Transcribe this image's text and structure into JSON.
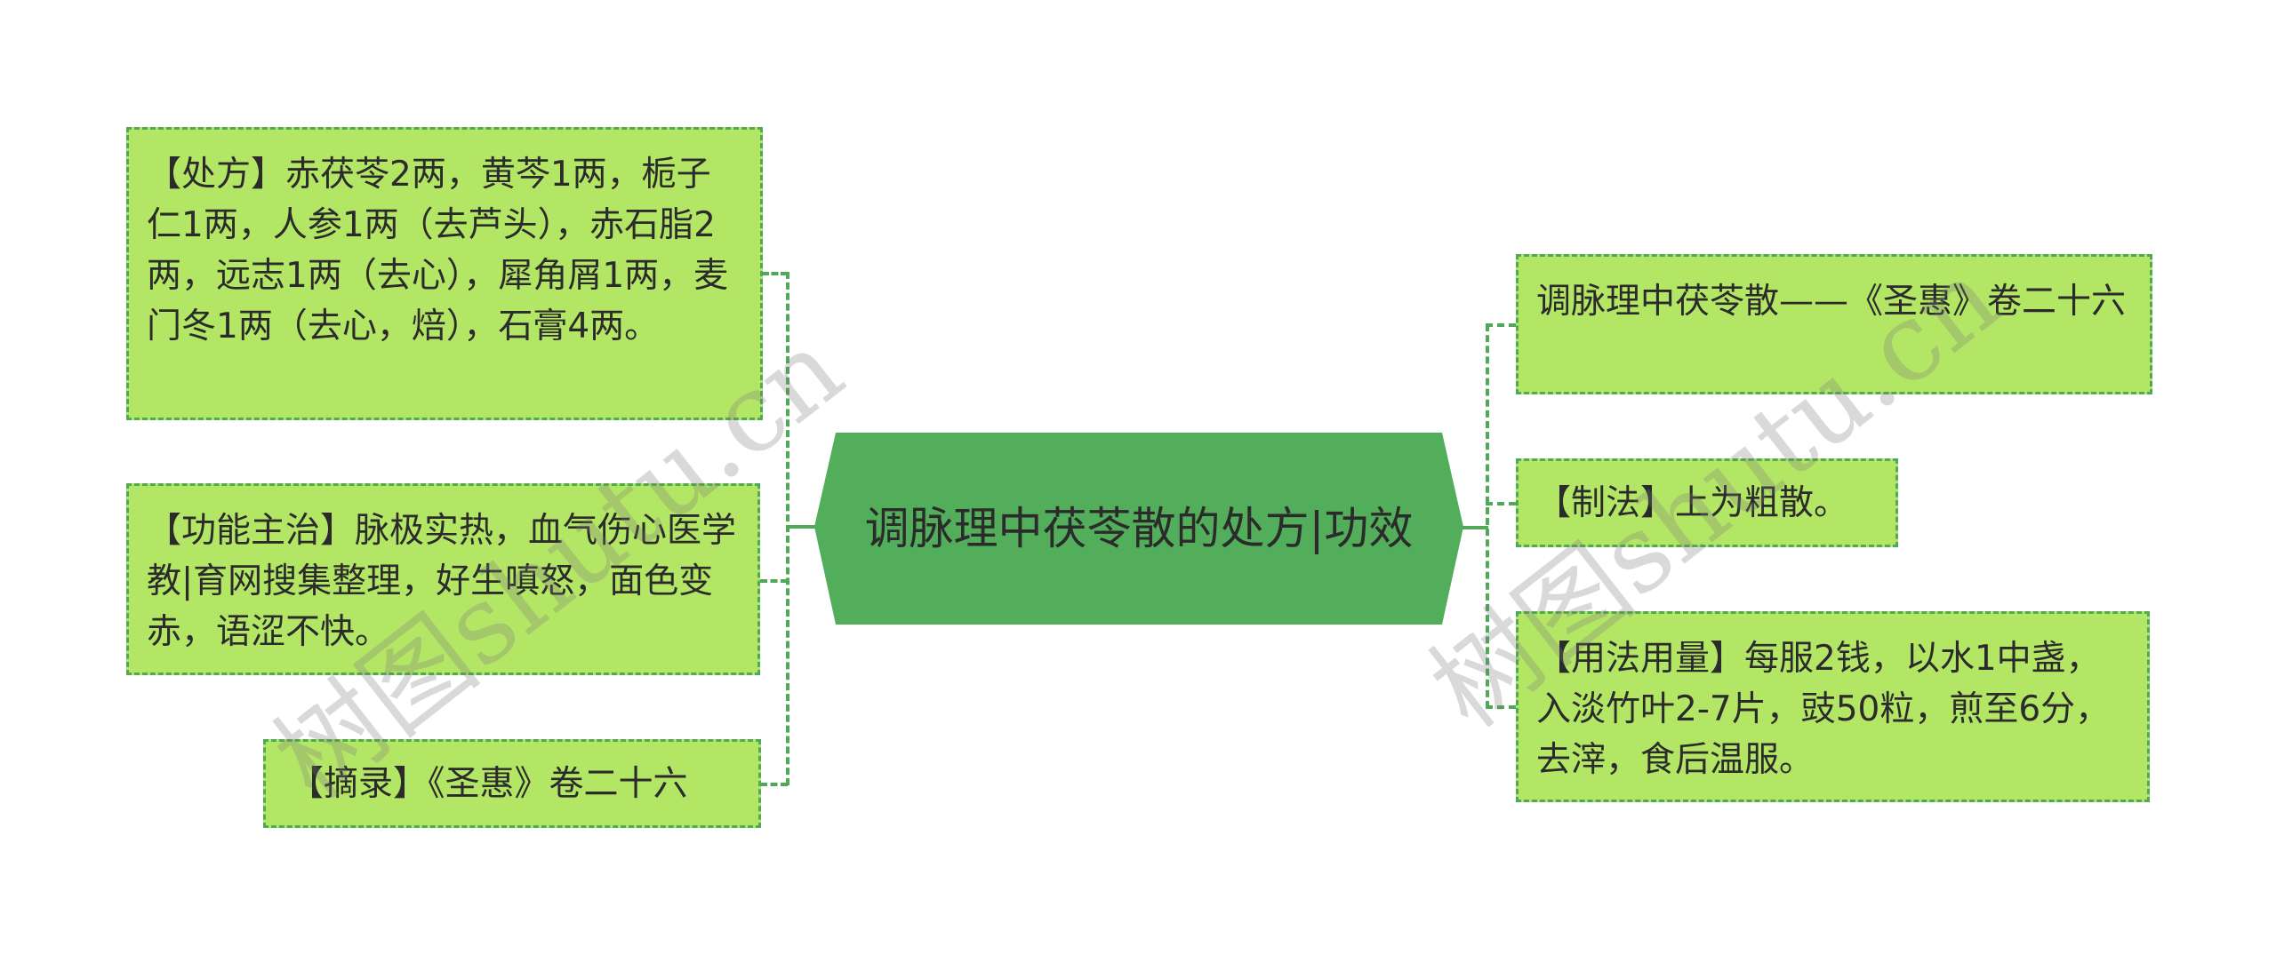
{
  "diagram": {
    "type": "mind-map",
    "center": {
      "label": "调脉理中茯苓散的处方|功效",
      "fill_color": "#52ae5b"
    },
    "left_branches": [
      {
        "text": "【处方】赤茯苓2两，黄芩1两，栀子仁1两，人参1两（去芦头），赤石脂2两，远志1两（去心），犀角屑1两，麦门冬1两（去心，焙），石膏4两。"
      },
      {
        "text": "【功能主治】脉极实热，血气伤心医学教|育网搜集整理，好生嗔怒，面色变赤，语涩不快。"
      },
      {
        "text": "【摘录】《圣惠》卷二十六"
      }
    ],
    "right_branches": [
      {
        "text": "调脉理中茯苓散——《圣惠》卷二十六"
      },
      {
        "text": "【制法】上为粗散。"
      },
      {
        "text": "【用法用量】每服2钱，以水1中盏，入淡竹叶2-7片，豉50粒，煎至6分，去滓，食后温服。"
      }
    ],
    "colors": {
      "branch_fill": "#b4e666",
      "branch_border": "#4fa956",
      "connector": "#4fa956",
      "text": "#2b2b2b"
    }
  },
  "watermarks": [
    {
      "text": "树图shutu.cn"
    },
    {
      "text": "树图shutu.cn"
    }
  ]
}
